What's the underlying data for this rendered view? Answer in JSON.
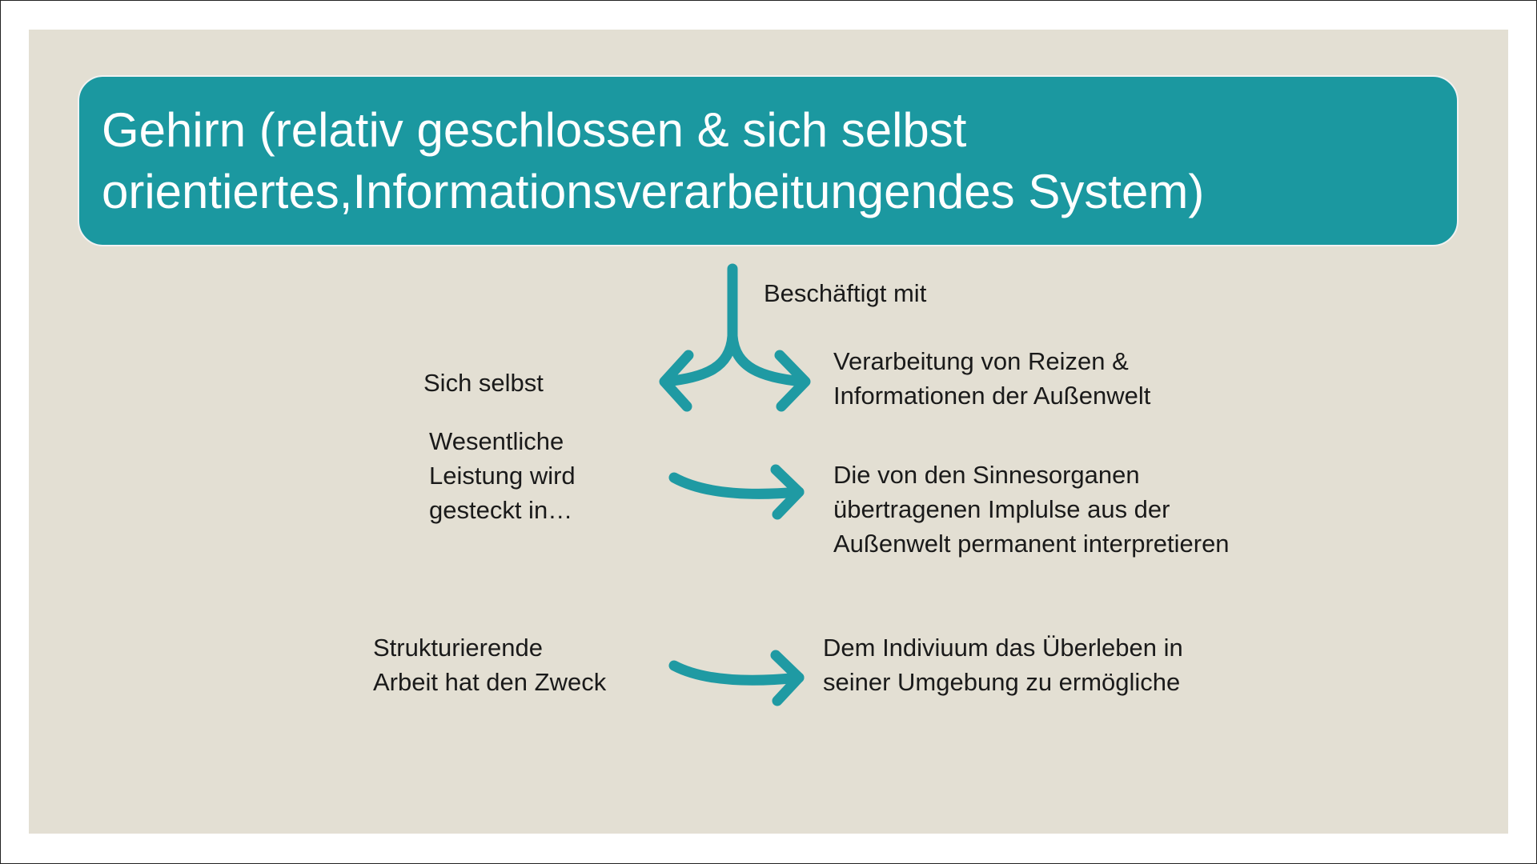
{
  "title": {
    "line1": "Gehirn (relativ geschlossen & sich selbst",
    "line2": "orientiertes,Informationsverarbeitungendes System)"
  },
  "branch_label": "Beschäftigt mit",
  "left_branch": "Sich selbst",
  "right_branch": {
    "line1": "Verarbeitung von Reizen &",
    "line2": "Informationen der Außenwelt"
  },
  "row2": {
    "left": {
      "line1": "Wesentliche",
      "line2": "Leistung wird",
      "line3": "gesteckt in…"
    },
    "right": {
      "line1": "Die von den Sinnesorganen",
      "line2": "übertragenen Implulse aus der",
      "line3": "Außenwelt permanent interpretieren"
    }
  },
  "row3": {
    "left": {
      "line1": "Strukturierende",
      "line2": "Arbeit hat den Zweck"
    },
    "right": {
      "line1": "Dem Indiviuum das Überleben in",
      "line2": "seiner Umgebung zu ermögliche"
    }
  },
  "colors": {
    "background": "#e3dfd3",
    "accent": "#1b98a0",
    "arrow": "#1f9aa3"
  }
}
